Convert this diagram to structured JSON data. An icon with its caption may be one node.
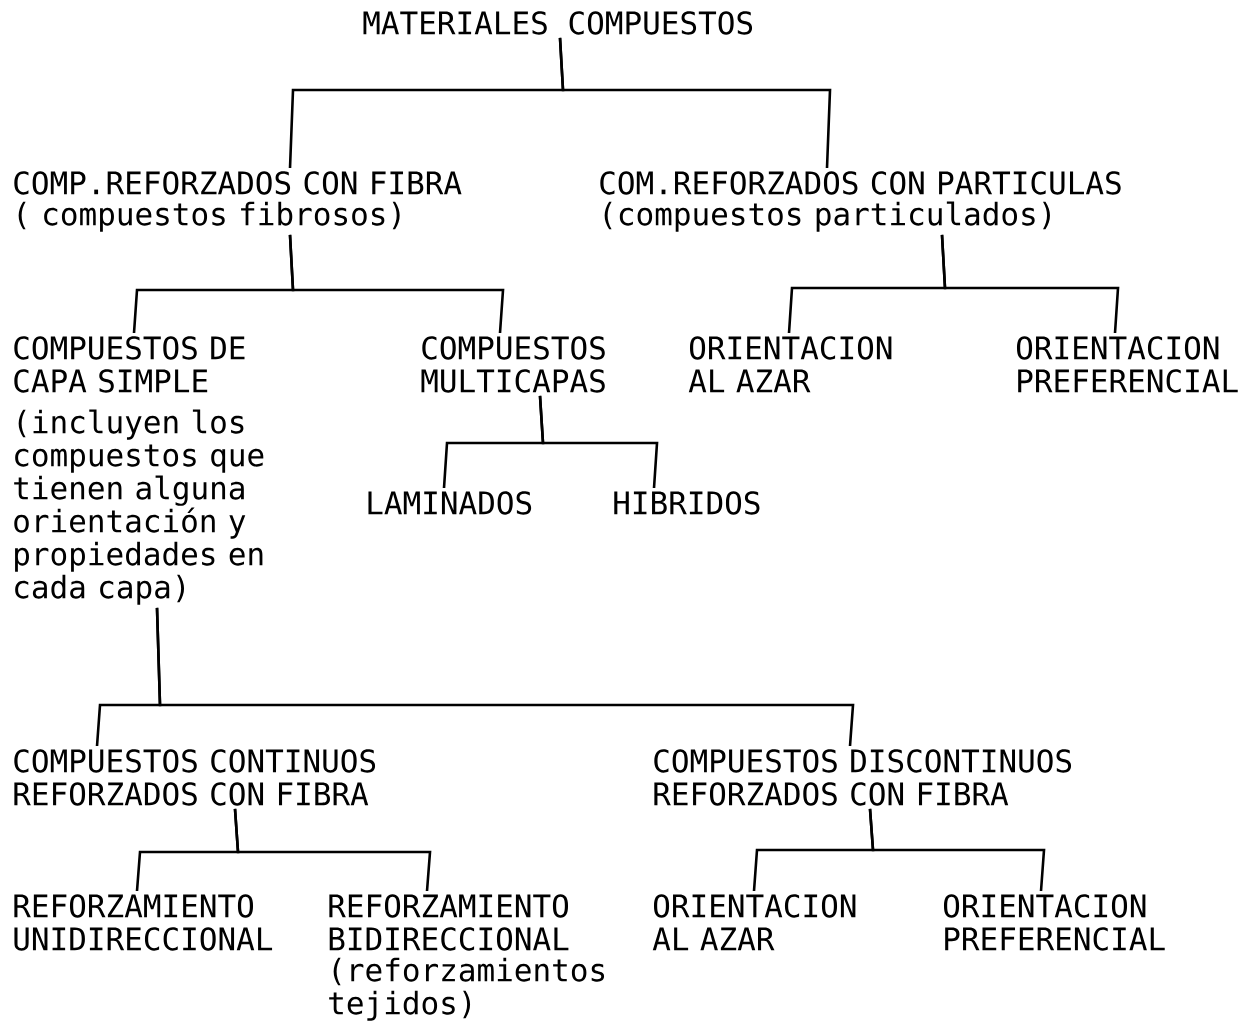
{
  "diagram": {
    "nodes": [
      {
        "text": [
          "MATERIALES COMPUESTOS"
        ]
      },
      {
        "text": [
          "COMP.REFORZADOS CON FIBRA",
          "( compuestos fibrosos)"
        ]
      },
      {
        "text": [
          "COM.REFORZADOS CON PARTICULAS",
          "(compuestos particulados)"
        ]
      },
      {
        "text": [
          "COMPUESTOS DE CAPA SIMPLE",
          "(incluyen los compuestos que tienen alguna orientación y propiedades en cada capa)"
        ]
      },
      {
        "text": [
          "COMPUESTOS MULTICAPAS"
        ]
      },
      {
        "text": [
          "ORIENTACION AL AZAR"
        ]
      },
      {
        "text": [
          "ORIENTACION PREFERENCIAL"
        ]
      },
      {
        "text": [
          "LAMINADOS"
        ]
      },
      {
        "text": [
          "HIBRIDOS"
        ]
      },
      {
        "text": [
          "COMPUESTOS CONTINUOS REFORZADOS CON FIBRA"
        ]
      },
      {
        "text": [
          "COMPUESTOS DISCONTINUOS REFORZADOS CON FIBRA"
        ]
      },
      {
        "text": [
          "REFORZAMIENTO UNIDIRECCIONAL"
        ]
      },
      {
        "text": [
          "REFORZAMIENTO BIDIRECCIONAL",
          "(reforzamientos tejidos)"
        ]
      },
      {
        "text": [
          "ORIENTACION AL AZAR"
        ]
      },
      {
        "text": [
          "ORIENTACION PREFERENCIAL"
        ]
      }
    ],
    "edges": [
      {
        "from": 0,
        "to": 1,
        "arrow": "none"
      },
      {
        "from": 0,
        "to": 2,
        "arrow": "none"
      },
      {
        "from": 1,
        "to": 3,
        "arrow": "none"
      },
      {
        "from": 1,
        "to": 4,
        "arrow": "none"
      },
      {
        "from": 2,
        "to": 5,
        "arrow": "none"
      },
      {
        "from": 2,
        "to": 6,
        "arrow": "none"
      },
      {
        "from": 4,
        "to": 7,
        "arrow": "none"
      },
      {
        "from": 4,
        "to": 8,
        "arrow": "none"
      },
      {
        "from": 3,
        "to": 9,
        "arrow": "none"
      },
      {
        "from": 3,
        "to": 10,
        "arrow": "none"
      },
      {
        "from": 9,
        "to": 11,
        "arrow": "none"
      },
      {
        "from": 9,
        "to": 12,
        "arrow": "none"
      },
      {
        "from": 10,
        "to": 13,
        "arrow": "none"
      },
      {
        "from": 10,
        "to": 14,
        "arrow": "none"
      }
    ]
  }
}
